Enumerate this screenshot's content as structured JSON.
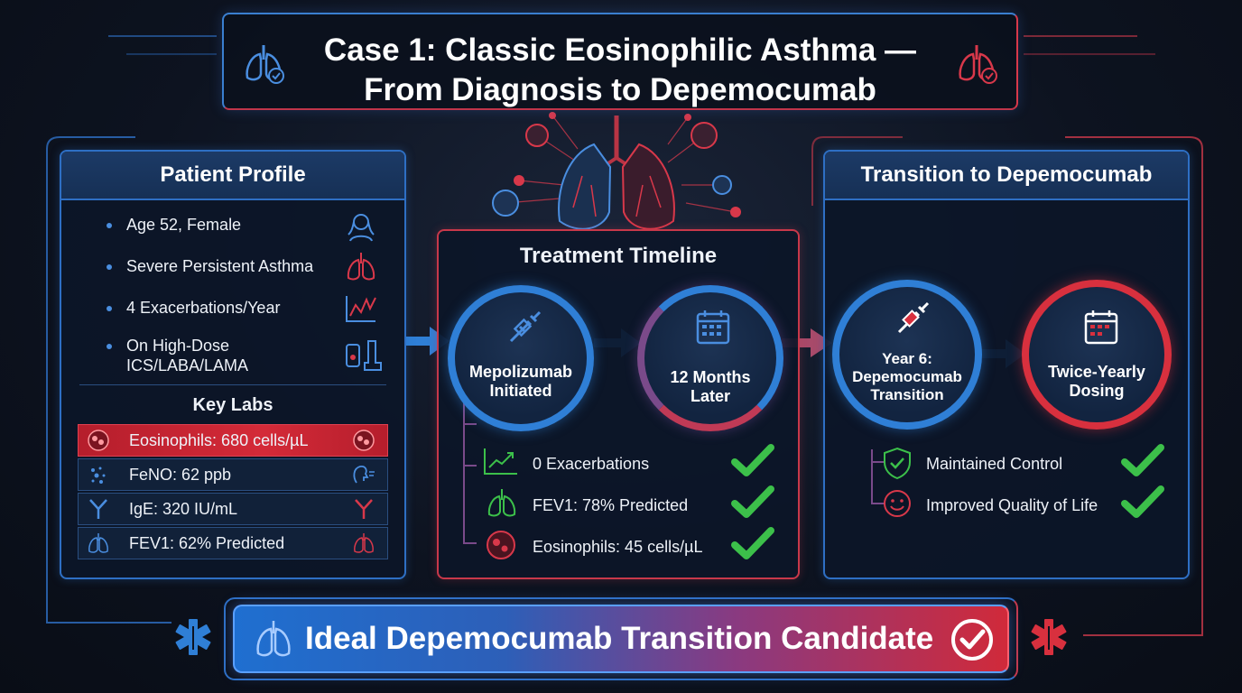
{
  "title": {
    "line1": "Case 1: Classic Eosinophilic Asthma —",
    "line2": "From Diagnosis to Depemocumab"
  },
  "patient_profile": {
    "heading": "Patient Profile",
    "items": [
      {
        "line1": "Age 52, Female",
        "line2": "",
        "icon": "woman-icon"
      },
      {
        "line1": "Severe Persistent Asthma",
        "line2": "",
        "icon": "lungs-icon"
      },
      {
        "line1": "4 Exacerbations/Year",
        "line2": "",
        "icon": "trend-chart-icon"
      },
      {
        "line1": "On High-Dose",
        "line2": "ICS/LABA/LAMA",
        "icon": "inhaler-icon"
      }
    ],
    "labs_heading": "Key Labs",
    "labs": [
      {
        "text": "Eosinophils: 680 cells/µL",
        "icon": "eosinophil-cell-icon",
        "highlight": true
      },
      {
        "text": "FeNO: 62 ppb",
        "icon": "breath-icon",
        "highlight": false
      },
      {
        "text": "IgE: 320 IU/mL",
        "icon": "antibody-icon",
        "highlight": false
      },
      {
        "text": "FEV1: 62% Predicted",
        "icon": "lungs-icon",
        "highlight": false
      }
    ]
  },
  "treatment_timeline": {
    "heading": "Treatment Timeline",
    "steps": [
      {
        "line1": "Mepolizumab",
        "line2": "Initiated",
        "icon": "syringe-icon"
      },
      {
        "line1": "12 Months",
        "line2": "Later",
        "icon": "calendar-icon"
      }
    ],
    "results": [
      {
        "text": "0 Exacerbations",
        "icon": "trend-up-icon"
      },
      {
        "text": "FEV1: 78% Predicted",
        "icon": "lungs-icon"
      },
      {
        "text": "Eosinophils: 45 cells/µL",
        "icon": "cell-icon"
      }
    ]
  },
  "transition": {
    "heading": "Transition to Depemocumab",
    "steps": [
      {
        "line1": "Year 6:",
        "line2": "Depemocumab",
        "line3": "Transition",
        "icon": "syringe-icon"
      },
      {
        "line1": "Twice-Yearly",
        "line2": "Dosing",
        "icon": "calendar-icon"
      }
    ],
    "results": [
      {
        "text": "Maintained Control",
        "icon": "shield-check-icon"
      },
      {
        "text": "Improved Quality of Life",
        "icon": "smiley-face-icon"
      }
    ]
  },
  "banner": {
    "text": "Ideal Depemocumab Transition Candidate",
    "icon": "check-circle-icon"
  },
  "colors": {
    "blue": "#2f7fd6",
    "red": "#d8303e",
    "green": "#3cc04a",
    "background": "#0d1320"
  }
}
